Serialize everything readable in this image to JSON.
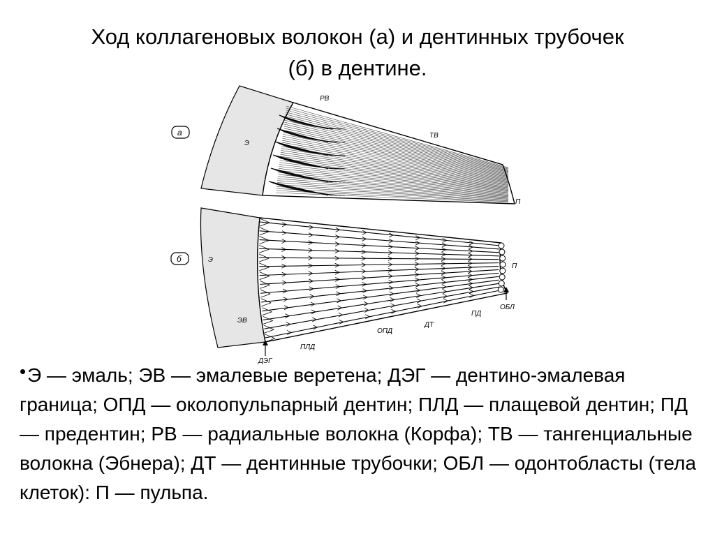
{
  "title": {
    "line1": "Ход коллагеновых волокон (а) и дентинных трубочек",
    "line2": "(б) в дентине."
  },
  "figure": {
    "panel_a": {
      "tag": "а",
      "labels": {
        "enamel": "Э",
        "radial_fibers": "РВ",
        "tangential_fibers": "ТВ",
        "pulp": "П"
      }
    },
    "panel_b": {
      "tag": "б",
      "labels": {
        "enamel": "Э",
        "enamel_spindles": "ЭВ",
        "dej": "ДЭГ",
        "mantle_dentin": "ПЛД",
        "circumpulpal_dentin": "ОПД",
        "tubules": "ДТ",
        "predentin": "ПД",
        "odontoblasts": "ОБЛ",
        "pulp": "П"
      }
    }
  },
  "legend": {
    "bullet": "•",
    "text": "Э — эмаль; ЭВ — эмалевые веретена; ДЭГ — дентино-эмалевая граница; ОПД — околопульпарный дентин; ПЛД — плащевой дентин; ПД — предентин; РВ — радиальные волокна (Корфа); ТВ — тангенциальные волокна (Эбнера); ДТ — дентинные трубочки; ОБЛ — одонтобласты (тела клеток): П — пульпа."
  }
}
